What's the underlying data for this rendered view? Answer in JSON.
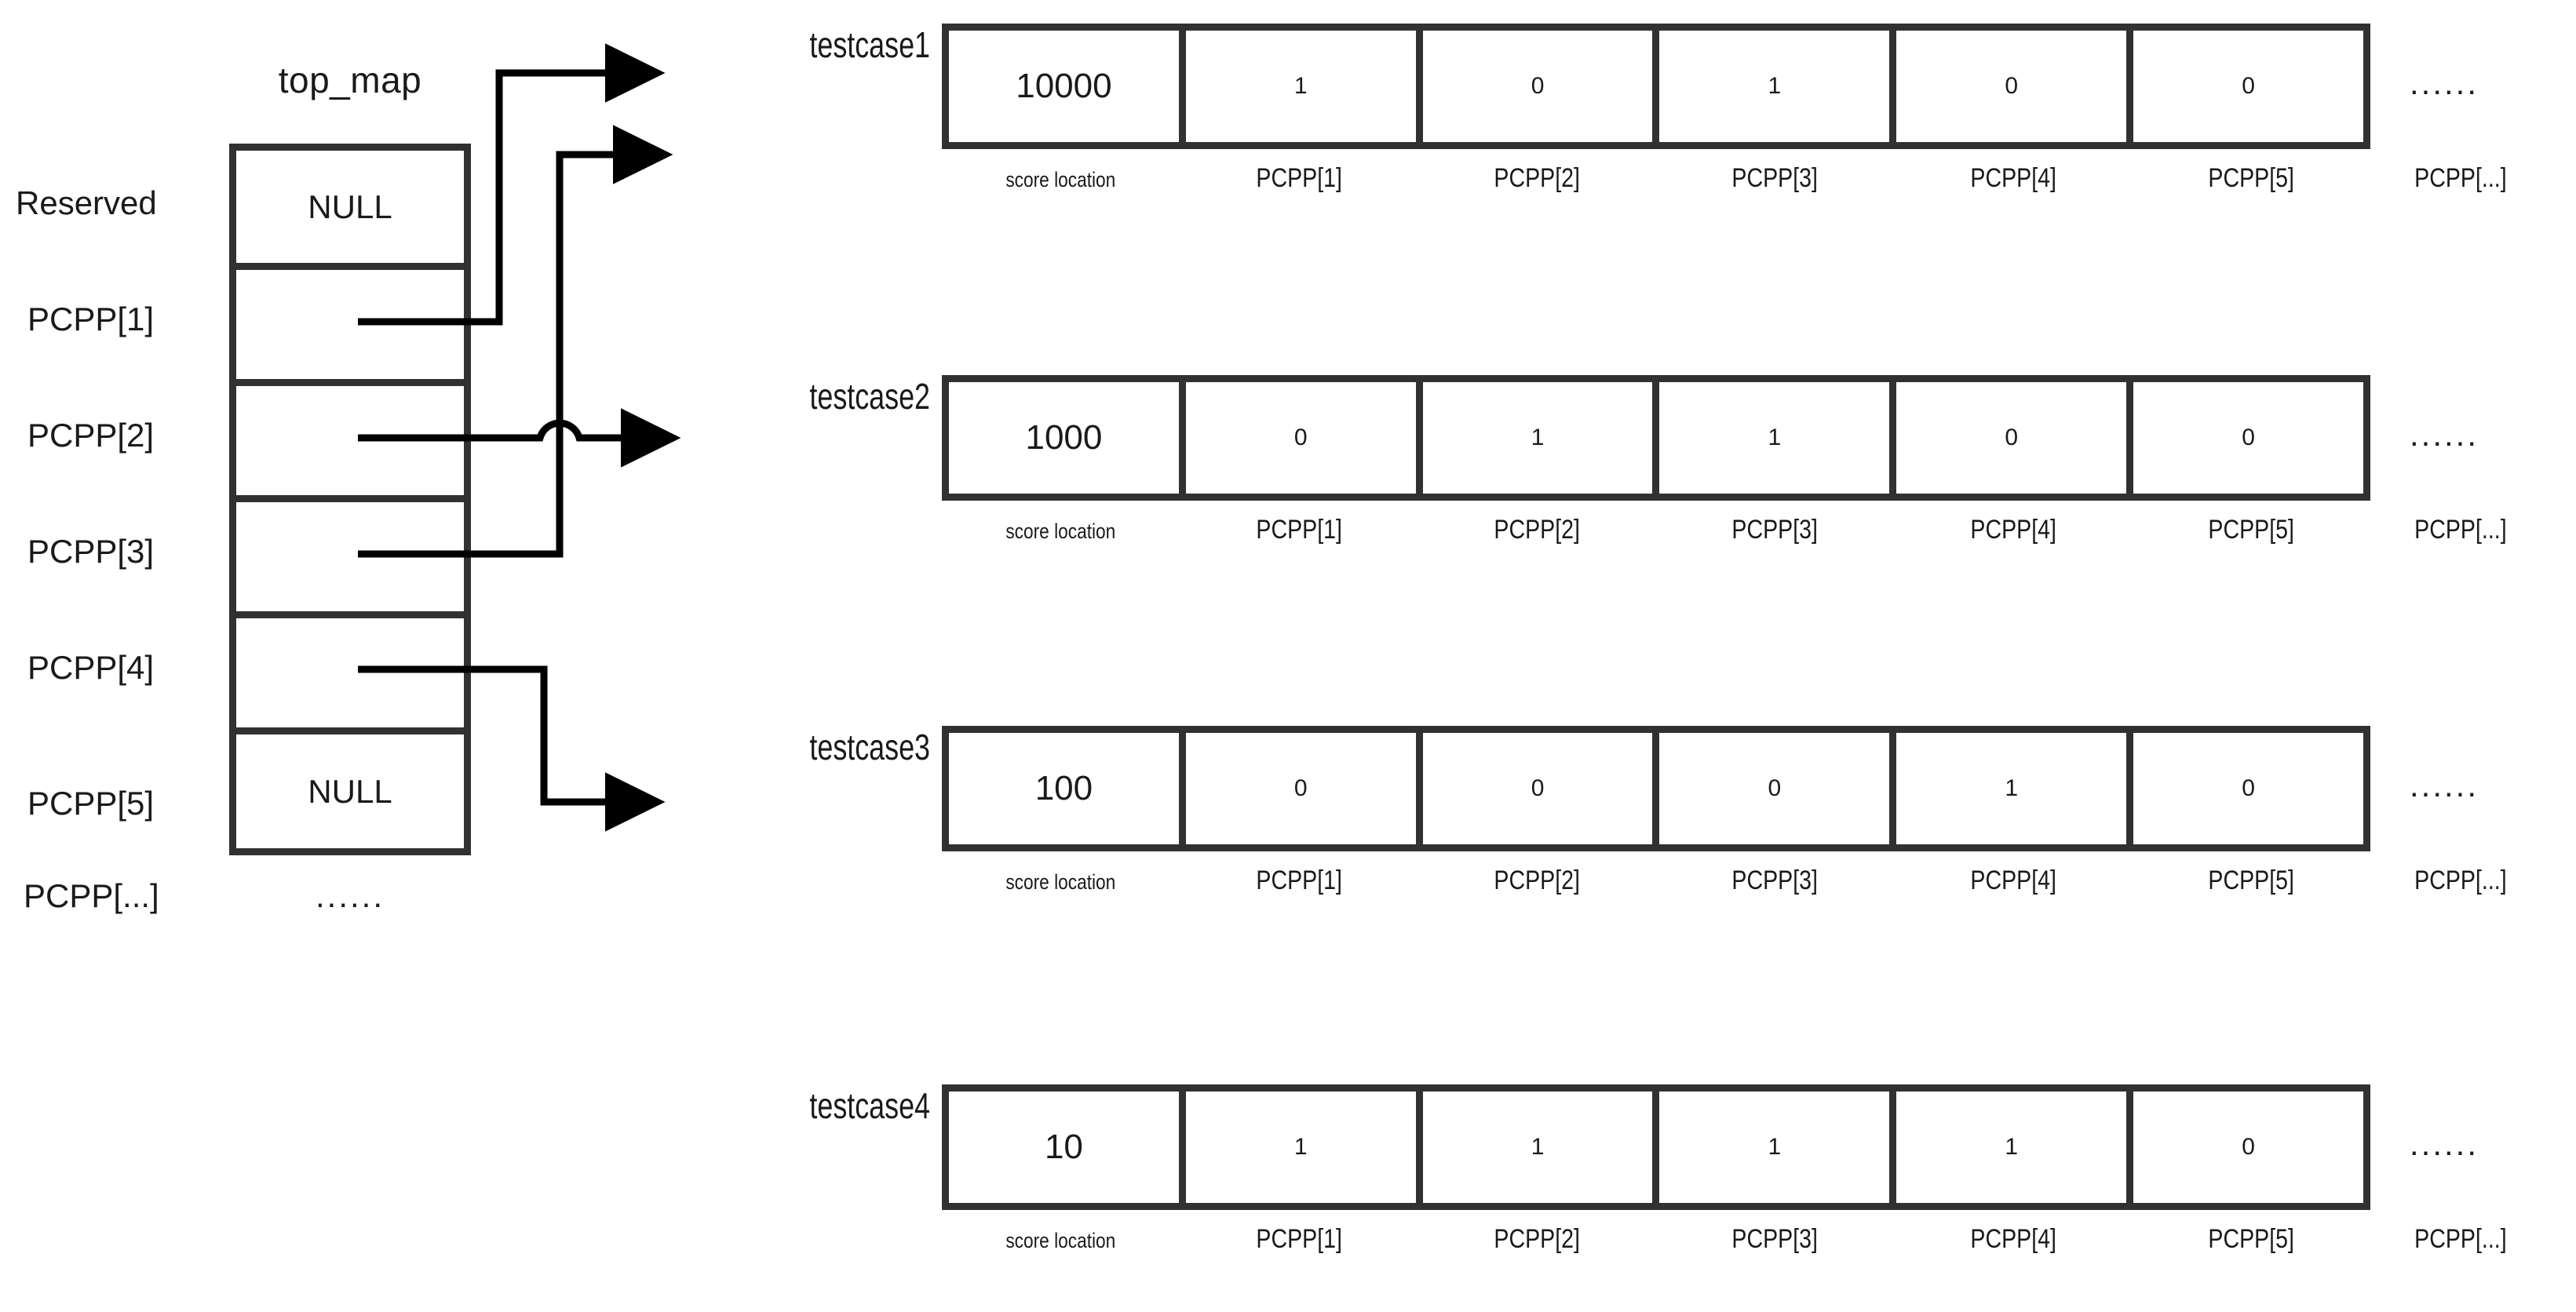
{
  "top_map": {
    "title": "top_map",
    "rows": [
      {
        "label": "Reserved",
        "value": "NULL"
      },
      {
        "label": "PCPP[1]",
        "value": ""
      },
      {
        "label": "PCPP[2]",
        "value": ""
      },
      {
        "label": "PCPP[3]",
        "value": ""
      },
      {
        "label": "PCPP[4]",
        "value": ""
      },
      {
        "label": "PCPP[5]",
        "value": "NULL"
      }
    ],
    "overflow_label": "PCPP[...]",
    "overflow_value": "......"
  },
  "testcases": [
    {
      "label": "testcase1",
      "score": "10000",
      "bits": [
        "1",
        "0",
        "1",
        "0",
        "0"
      ],
      "tail": "......",
      "headers": [
        "score location",
        "PCPP[1]",
        "PCPP[2]",
        "PCPP[3]",
        "PCPP[4]",
        "PCPP[5]"
      ],
      "header_tail": "PCPP[...]"
    },
    {
      "label": "testcase2",
      "score": "1000",
      "bits": [
        "0",
        "1",
        "1",
        "0",
        "0"
      ],
      "tail": "......",
      "headers": [
        "score location",
        "PCPP[1]",
        "PCPP[2]",
        "PCPP[3]",
        "PCPP[4]",
        "PCPP[5]"
      ],
      "header_tail": "PCPP[...]"
    },
    {
      "label": "testcase3",
      "score": "100",
      "bits": [
        "0",
        "0",
        "0",
        "1",
        "0"
      ],
      "tail": "......",
      "headers": [
        "score location",
        "PCPP[1]",
        "PCPP[2]",
        "PCPP[3]",
        "PCPP[4]",
        "PCPP[5]"
      ],
      "header_tail": "PCPP[...]"
    },
    {
      "label": "testcase4",
      "score": "10",
      "bits": [
        "1",
        "1",
        "1",
        "1",
        "0"
      ],
      "tail": "......",
      "headers": [
        "score location",
        "PCPP[1]",
        "PCPP[2]",
        "PCPP[3]",
        "PCPP[4]",
        "PCPP[5]"
      ],
      "header_tail": "PCPP[...]"
    }
  ],
  "colors": {
    "stroke": "#313131",
    "wire": "#000000",
    "text": "#1a1a1a",
    "background": "#ffffff"
  }
}
